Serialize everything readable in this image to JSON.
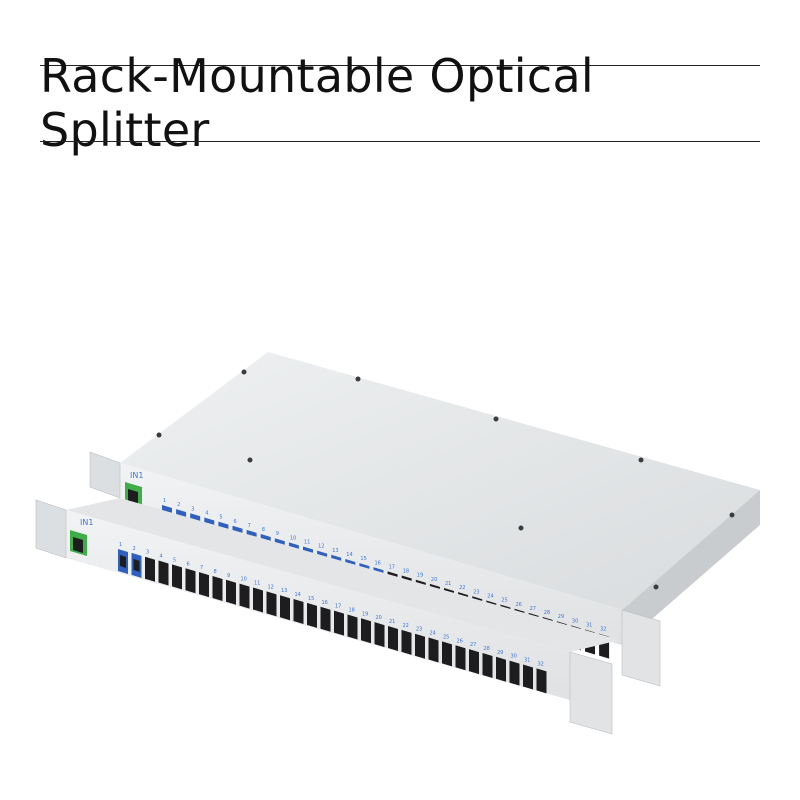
{
  "header": {
    "title": "Rack-Mountable Optical Splitter"
  },
  "product": {
    "units": [
      {
        "id": "back",
        "input_label": "IN1",
        "port_count": 32,
        "blue_ports": 16
      },
      {
        "id": "front",
        "input_label": "IN1",
        "port_count": 32,
        "blue_ports": 2
      }
    ],
    "colors": {
      "chassis": "#e6e8e9",
      "chassis_shade": "#c9cccf",
      "port_black": "#1d1d1f",
      "adapter_blue": "#2f5fbf",
      "adapter_green": "#3fae49",
      "label_blue": "#3b78d8"
    }
  }
}
